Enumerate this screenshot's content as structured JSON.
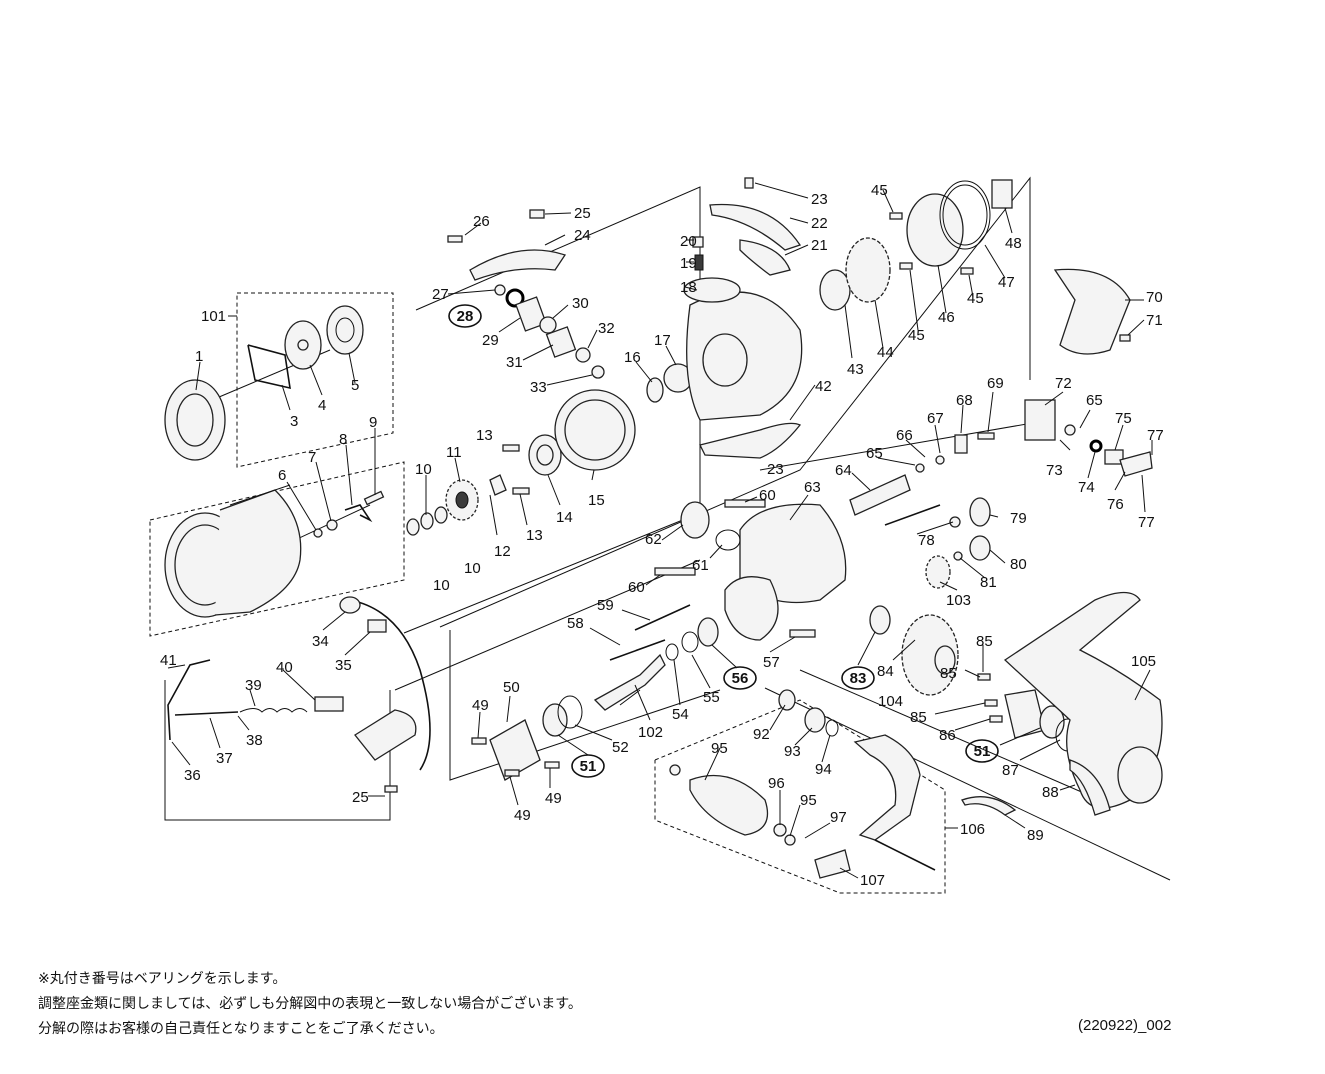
{
  "notes": [
    "※丸付き番号はベアリングを示します。",
    "調整座金類に関しましては、必ずしも分解図中の表現と一致しない場合がございます。",
    "分解の際はお客様の自己責任となりますことをご了承ください。"
  ],
  "reference": "(220922)_002",
  "part_labels": [
    "1",
    "3",
    "4",
    "5",
    "6",
    "7",
    "8",
    "9",
    "10",
    "10",
    "10",
    "10",
    "11",
    "12",
    "13",
    "13",
    "14",
    "15",
    "16",
    "17",
    "18",
    "19",
    "20",
    "21",
    "22",
    "23",
    "23",
    "24",
    "25",
    "25",
    "26",
    "27",
    "29",
    "30",
    "31",
    "32",
    "33",
    "34",
    "35",
    "36",
    "37",
    "38",
    "39",
    "40",
    "41",
    "42",
    "43",
    "44",
    "45",
    "45",
    "45",
    "45",
    "46",
    "47",
    "48",
    "49",
    "49",
    "49",
    "50",
    "52",
    "54",
    "55",
    "57",
    "58",
    "59",
    "60",
    "60",
    "61",
    "62",
    "63",
    "64",
    "65",
    "65",
    "66",
    "67",
    "68",
    "69",
    "70",
    "71",
    "72",
    "73",
    "74",
    "75",
    "76",
    "77",
    "77",
    "78",
    "79",
    "80",
    "81",
    "84",
    "85",
    "85",
    "85",
    "86",
    "87",
    "88",
    "89",
    "92",
    "93",
    "94",
    "95",
    "95",
    "96",
    "97",
    "101",
    "102",
    "103",
    "104",
    "105",
    "106",
    "107"
  ],
  "bearing_labels": [
    "28",
    "51",
    "51",
    "56",
    "83"
  ]
}
